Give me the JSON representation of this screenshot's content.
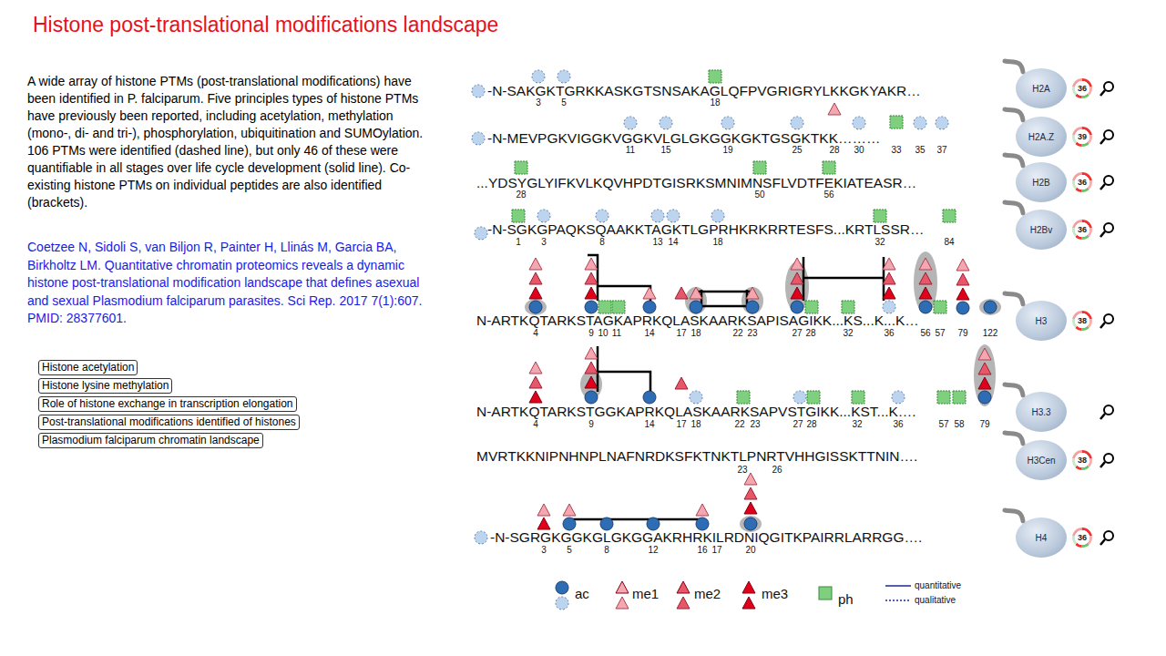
{
  "diagram": {
    "title": "Histone post-translational modifications landscape",
    "nodes": [
      {
        "text": [
          "Histone acetylation"
        ]
      },
      {
        "text": [
          "Histone lysine methylation"
        ]
      },
      {
        "text": [
          "Role of histone exchange in transcription elongation"
        ]
      },
      {
        "text": [
          "Post-translational modifications identified of histones"
        ]
      },
      {
        "text": [
          "Plasmodium falciparum chromatin landscape"
        ]
      },
      {
        "text": [
          "H2A"
        ]
      },
      {
        "text": [
          "36"
        ]
      },
      {
        "text": [
          "H2A.Z"
        ]
      },
      {
        "text": [
          "39"
        ]
      },
      {
        "text": [
          "H2B"
        ]
      },
      {
        "text": [
          "36"
        ]
      },
      {
        "text": [
          "H2Bv"
        ]
      },
      {
        "text": [
          "36"
        ]
      },
      {
        "text": [
          "H3"
        ]
      },
      {
        "text": [
          "38"
        ]
      },
      {
        "text": [
          "H3.3"
        ]
      },
      {
        "text": [
          "H3Cen"
        ]
      },
      {
        "text": [
          "38"
        ]
      },
      {
        "text": [
          "H4"
        ]
      },
      {
        "text": [
          "36"
        ]
      }
    ],
    "labels": [
      "A wide array of histone PTMs (post-translational modifications) have been identified in P. falciparum. Five principles types of histone PTMs have previously been reported, including acetylation, methylation (mono-, di- and tri-), phosphorylation, ubiquitination and SUMOylation. 106 PTMs were identified (dashed line), but only 46 of these were quantifiable in all stages over life cycle development (solid line). Co-existing histone PTMs on individual peptides are also identified (brackets).",
      "Coetzee N, Sidoli S, van Biljon R, Painter H, Llinás M, Garcia BA, Birkholtz LM. Quantitative chromatin proteomics reveals a dynamic histone post-translational modification landscape that defines asexual and sexual Plasmodium falciparum parasites. Sci Rep. 2017 7(1):607. PMID: 28377601.",
      "-N-SAKGKTGRKKASKGTSNSAKAGLQFPVGRIGRYLKKGKYAKR…",
      "3",
      "5",
      "18",
      "-N-MEVPGKVIGGKVGGKVLGLGKGGKGKTGSGKTKK………",
      "11",
      "15",
      "19",
      "25",
      "28",
      "30",
      "33",
      "35",
      "37",
      "...YDSYGLYIFKVLKQVHPDTGISRKSMNIMNSFLVDTFEKIATEASR…",
      "28",
      "50",
      "56",
      "-N-SGKGPAQKSQAAKKTAGKTLGPRHKRKRRTESFS...KRTLSSR…",
      "1",
      "3",
      "8",
      "13",
      "14",
      "18",
      "32",
      "84",
      "N-ARTKQTARKSTAGKAPRKQLASKAARKSAPISAGIKK...KS...K...K…",
      "4",
      "9",
      "10",
      "11",
      "14",
      "17",
      "18",
      "22",
      "23",
      "27",
      "28",
      "32",
      "36",
      "56",
      "57",
      "79",
      "122",
      "N-ARTKQTARKSTGGKAPRKQLASKAARKSAPVSTGIKK...KST...K….",
      "4",
      "9",
      "14",
      "17",
      "18",
      "22",
      "23",
      "27",
      "28",
      "32",
      "36",
      "57",
      "58",
      "79",
      "MVRTKKNIPNHNPLNAFNRDKSFKTNKTLPNRTVHHGISSKTTNIN….",
      "23",
      "26",
      "-N-SGRGKGGKGLGKGGAKRHRKILRDNIQGITKPAIRRLARRGG….",
      "3",
      "5",
      "8",
      "12",
      "16",
      "17",
      "20"
    ],
    "legend": [
      {
        "text": "ac",
        "color": "#2e6db4"
      },
      {
        "text": "me1",
        "color": "#f4a7b0"
      },
      {
        "text": "me2",
        "color": "#e8566a"
      },
      {
        "text": "me3",
        "color": "#e0001b"
      },
      {
        "text": "ph",
        "color": "#7ed07e"
      },
      {
        "text": "quantitative"
      },
      {
        "text": "qualitative"
      }
    ]
  }
}
